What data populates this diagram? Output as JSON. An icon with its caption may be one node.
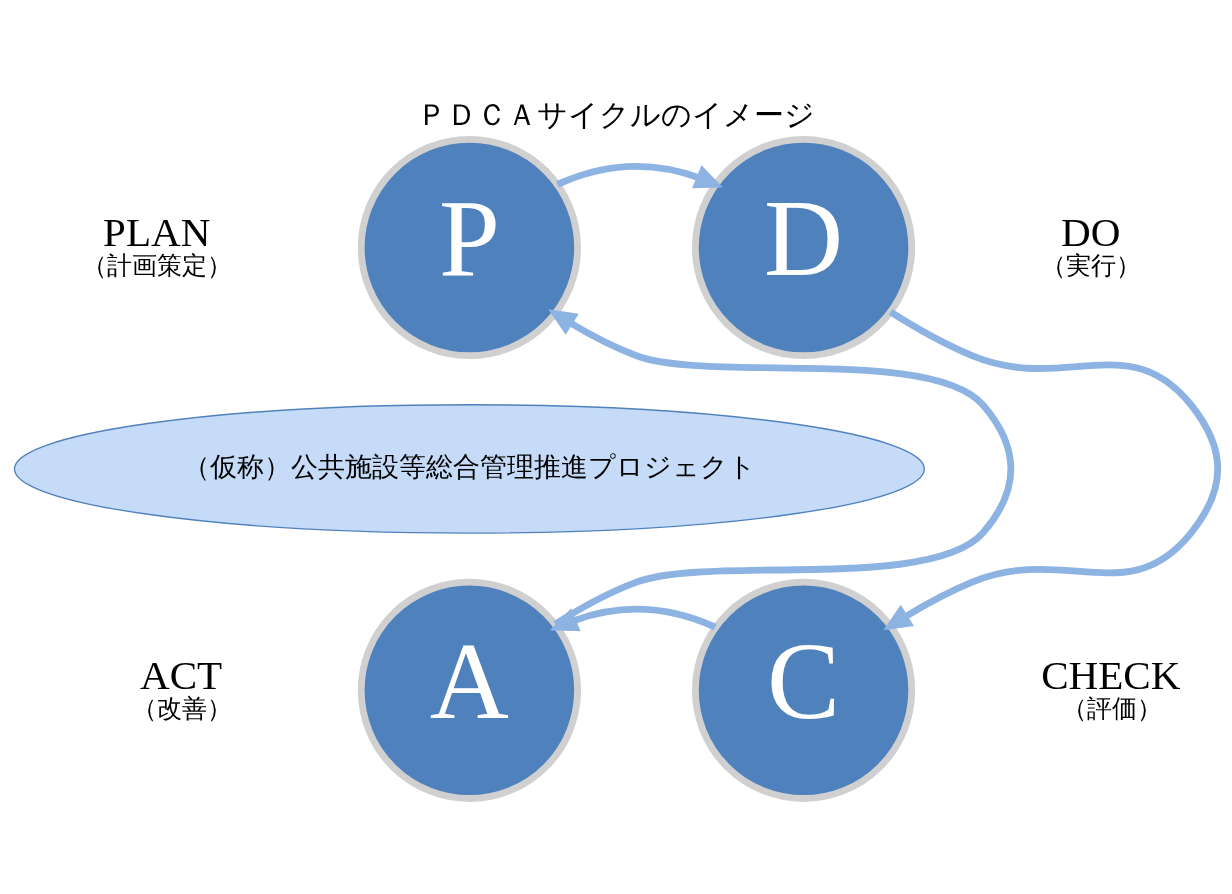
{
  "diagram": {
    "title": "ＰＤＣＡサイクルのイメージ",
    "nodes": [
      {
        "text": [
          "P"
        ],
        "beside": [
          "PLAN",
          "（計画策定）"
        ]
      },
      {
        "text": [
          "D"
        ],
        "beside": [
          "DO",
          "（実行）"
        ]
      },
      {
        "text": [
          "（仮称）公共施設等総合管理推進プロジェクト"
        ]
      },
      {
        "text": [
          "C"
        ],
        "beside": [
          "CHECK",
          "（評価）"
        ]
      },
      {
        "text": [
          "A"
        ],
        "beside": [
          "ACT",
          "（改善）"
        ]
      }
    ],
    "edges": [
      {
        "from": 0,
        "to": 1,
        "arrow": "to"
      },
      {
        "from": 1,
        "to": 3,
        "arrow": "to"
      },
      {
        "from": 3,
        "to": 4,
        "arrow": "to"
      },
      {
        "from": 4,
        "to": 0,
        "arrow": "to"
      }
    ]
  }
}
